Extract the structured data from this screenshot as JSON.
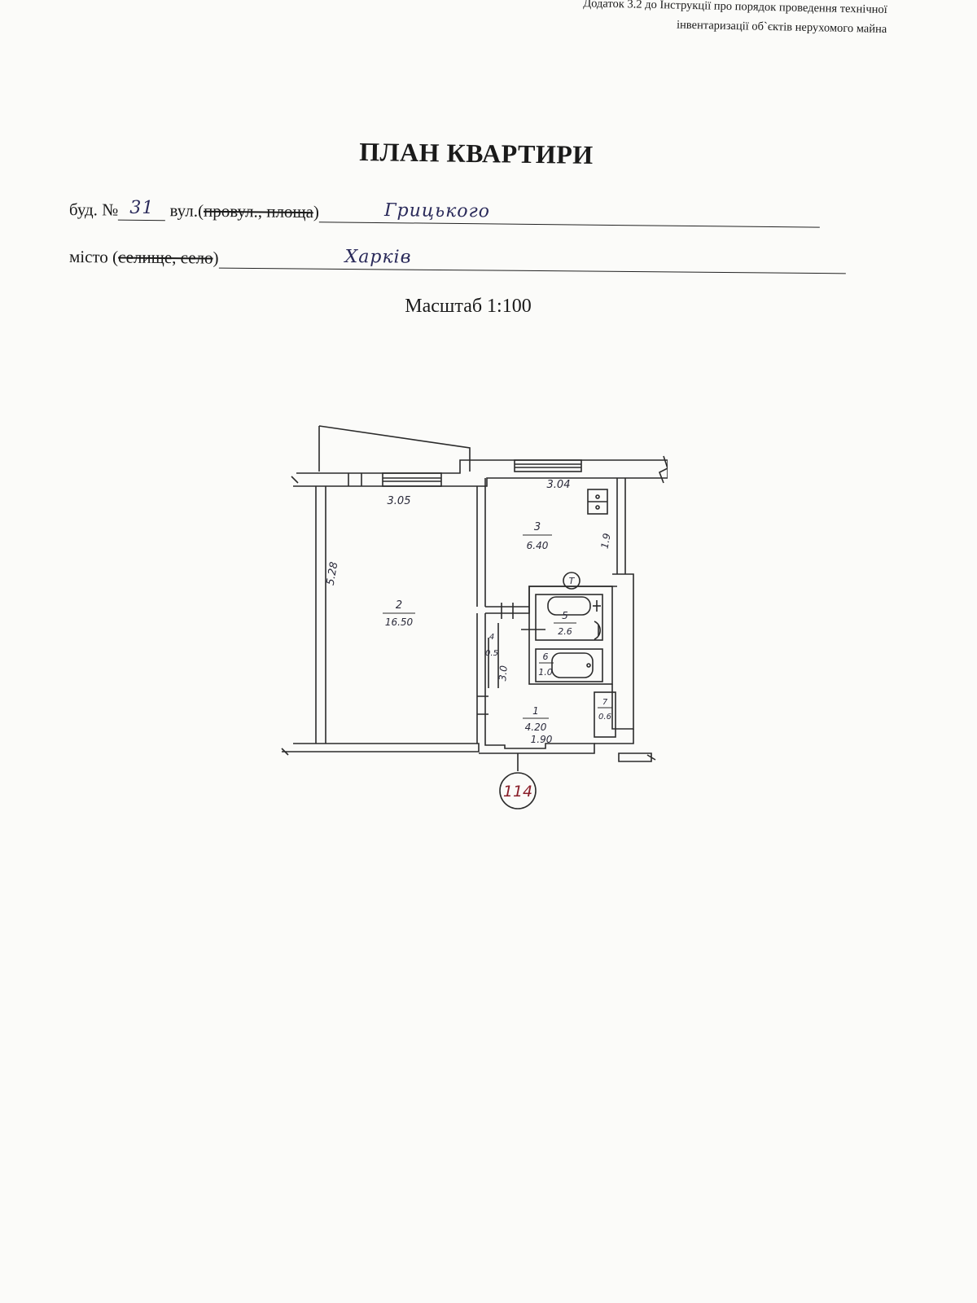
{
  "header": {
    "line1": "Додаток 3.2 до Інструкції про порядок проведення технічної",
    "line2": "інвентаризації об`єктів нерухомого майна"
  },
  "title": "ПЛАН КВАРТИРИ",
  "address": {
    "bud_label": "буд. №",
    "bud_value": "31",
    "street_label_prefix": "вул.(",
    "street_label_struck": "провул., площа",
    "street_label_suffix": ")",
    "street_value": "Грицького",
    "city_label_prefix": "місто (",
    "city_label_struck": "селище, село",
    "city_label_suffix": ")",
    "city_value": "Харків"
  },
  "scale": "Масштаб 1:100",
  "plan": {
    "dim_room2_width": "3.05",
    "dim_room3_width": "3.04",
    "dim_room2_length": "5.28",
    "dim_room3_depth": "1.9",
    "dim_corridor_len": "3.0",
    "dim_hall_width": "1.90",
    "rooms": [
      {
        "num": "2",
        "area": "16.50"
      },
      {
        "num": "3",
        "area": "6.40"
      },
      {
        "num": "1",
        "area": "4.20"
      },
      {
        "num": "4",
        "area": "0.5"
      },
      {
        "num": "5",
        "area": "2.6"
      },
      {
        "num": "6",
        "area": "1.0"
      },
      {
        "num": "7",
        "area": "0.6"
      }
    ],
    "stove_label": "Т",
    "apartment_number": "114"
  }
}
